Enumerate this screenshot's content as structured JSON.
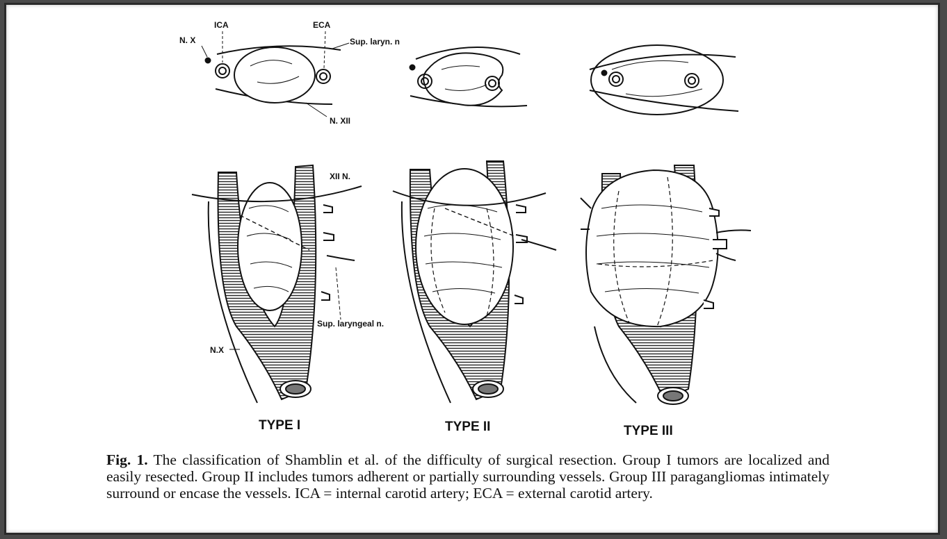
{
  "labels": {
    "nx_top": "N. X",
    "ica": "ICA",
    "eca": "ECA",
    "sup_laryn": "Sup. laryn. n",
    "nxii": "N. XII",
    "xii_n": "XII N.",
    "sup_laryngeal": "Sup. laryngeal n.",
    "nx": "N.X"
  },
  "types": [
    "TYPE I",
    "TYPE II",
    "TYPE III"
  ],
  "caption": {
    "fig_label": "Fig. 1.",
    "text": "The classification of Shamblin et al. of the difficulty of surgical resection. Group I tumors are localized and easily resected. Group II includes tumors adherent or partially surrounding vessels. Group III paragangliomas intimately surround or encase the vessels. ICA = internal carotid artery; ECA = external carotid artery."
  }
}
